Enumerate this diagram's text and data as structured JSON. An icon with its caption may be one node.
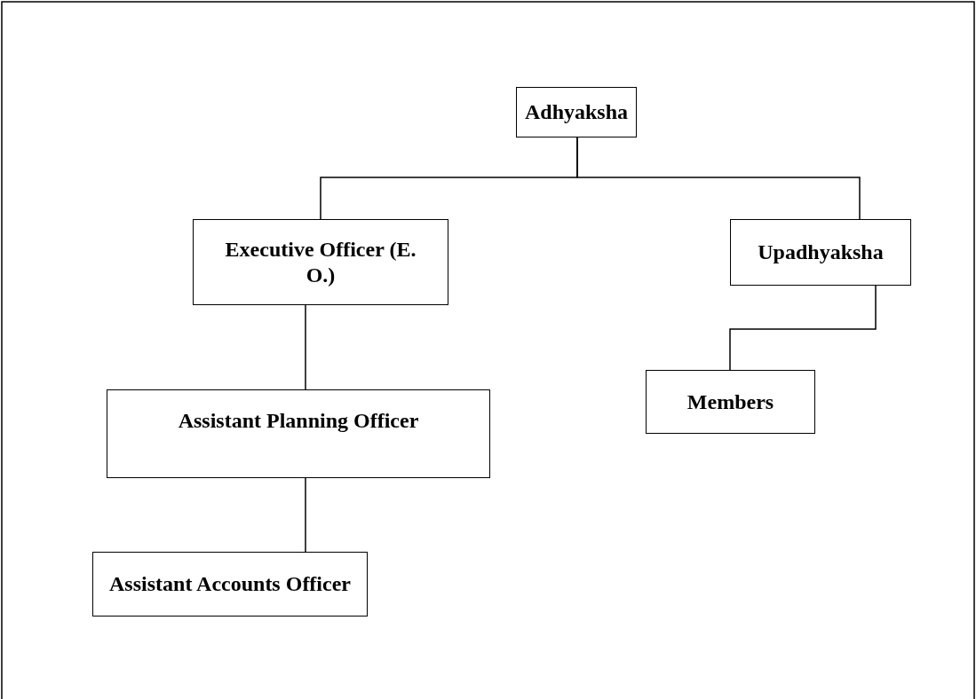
{
  "diagram": {
    "nodes": [
      {
        "text": [
          "Adhyaksha"
        ]
      },
      {
        "text": [
          "Executive Officer (E. O.)"
        ]
      },
      {
        "text": [
          "Upadhyaksha"
        ]
      },
      {
        "text": [
          "Assistant Planning Officer"
        ]
      },
      {
        "text": [
          "Members"
        ]
      },
      {
        "text": [
          "Assistant Accounts Officer"
        ]
      }
    ],
    "edges": [
      {
        "from": 0,
        "to": 1,
        "arrow": "none"
      },
      {
        "from": 0,
        "to": 2,
        "arrow": "none"
      },
      {
        "from": 1,
        "to": 3,
        "arrow": "none"
      },
      {
        "from": 2,
        "to": 4,
        "arrow": "none"
      },
      {
        "from": 3,
        "to": 5,
        "arrow": "none"
      }
    ]
  }
}
